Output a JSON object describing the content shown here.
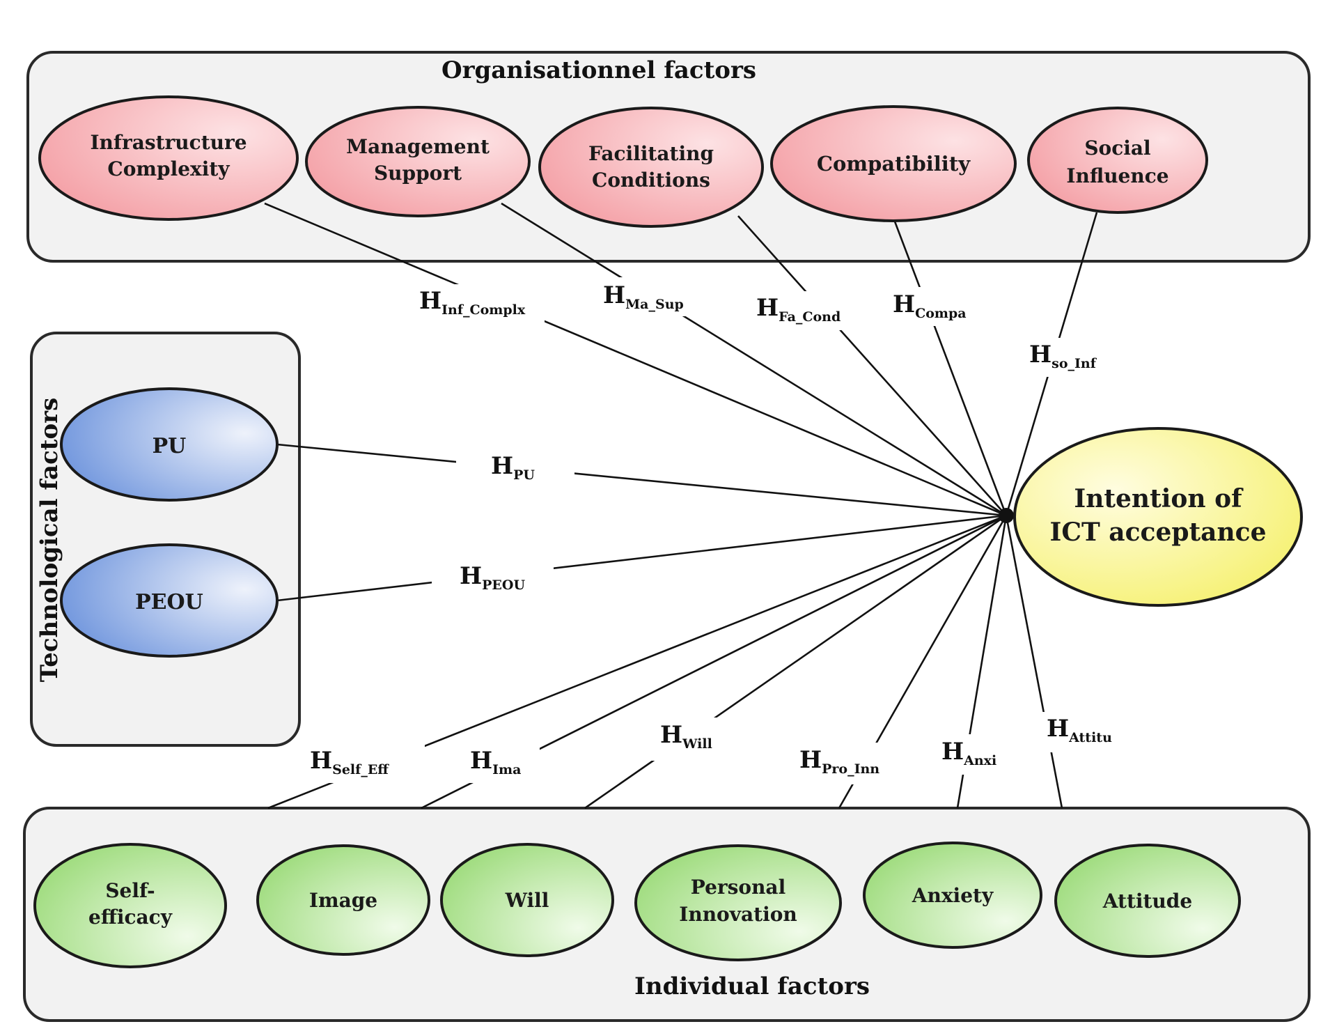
{
  "groups": {
    "organisational": {
      "title": "Organisationnel  factors"
    },
    "technological": {
      "title": "Technological factors"
    },
    "individual": {
      "title": "Individual factors"
    }
  },
  "colors": {
    "organisational_fill": "#f4a0a6",
    "organisational_light": "#fde2e4",
    "technological_fill": "#6f95dd",
    "technological_light": "#eef2fb",
    "individual_fill": "#9fdc7e",
    "individual_light": "#f0fbe9",
    "target_fill": "#f5f06a",
    "target_light": "#fffde0",
    "box_fill": "#f2f2f2",
    "line": "#111111"
  },
  "nodes": {
    "infrastructure_complexity": {
      "label": [
        "Infrastructure",
        "Complexity"
      ]
    },
    "management_support": {
      "label": [
        "Management",
        "Support"
      ]
    },
    "facilitating_conditions": {
      "label": [
        "Facilitating",
        "Conditions"
      ]
    },
    "compatibility": {
      "label": [
        "Compatibility"
      ]
    },
    "social_influence": {
      "label": [
        "Social",
        "Influence"
      ]
    },
    "pu": {
      "label": [
        "PU"
      ]
    },
    "peou": {
      "label": [
        "PEOU"
      ]
    },
    "self_efficacy": {
      "label": [
        "Self-",
        "efficacy"
      ]
    },
    "image": {
      "label": [
        "Image"
      ]
    },
    "will": {
      "label": [
        "Will"
      ]
    },
    "personal_innovation": {
      "label": [
        "Personal",
        "Innovation"
      ]
    },
    "anxiety": {
      "label": [
        "Anxiety"
      ]
    },
    "attitude": {
      "label": [
        "Attitude"
      ]
    },
    "intention": {
      "label": [
        "Intention of",
        "ICT acceptance"
      ]
    }
  },
  "hypotheses": {
    "inf_compl": {
      "main": "H",
      "sub": "Inf_Complx"
    },
    "ma_sup": {
      "main": "H",
      "sub": "Ma_Sup"
    },
    "fa_cond": {
      "main": "H",
      "sub": "Fa_Cond"
    },
    "compa": {
      "main": "H",
      "sub": "Compa"
    },
    "so_inf": {
      "main": "H",
      "sub": "so_Inf"
    },
    "pu": {
      "main": "H",
      "sub": "PU"
    },
    "peou": {
      "main": "H",
      "sub": "PEOU"
    },
    "self_eff": {
      "main": "H",
      "sub": "Self_Eff"
    },
    "ima": {
      "main": "H",
      "sub": "Ima"
    },
    "will": {
      "main": "H",
      "sub": "Will"
    },
    "pro_inn": {
      "main": "H",
      "sub": "Pro_Inn"
    },
    "anxi": {
      "main": "H",
      "sub": "Anxi"
    },
    "attitu": {
      "main": "H",
      "sub": "Attitu"
    }
  }
}
